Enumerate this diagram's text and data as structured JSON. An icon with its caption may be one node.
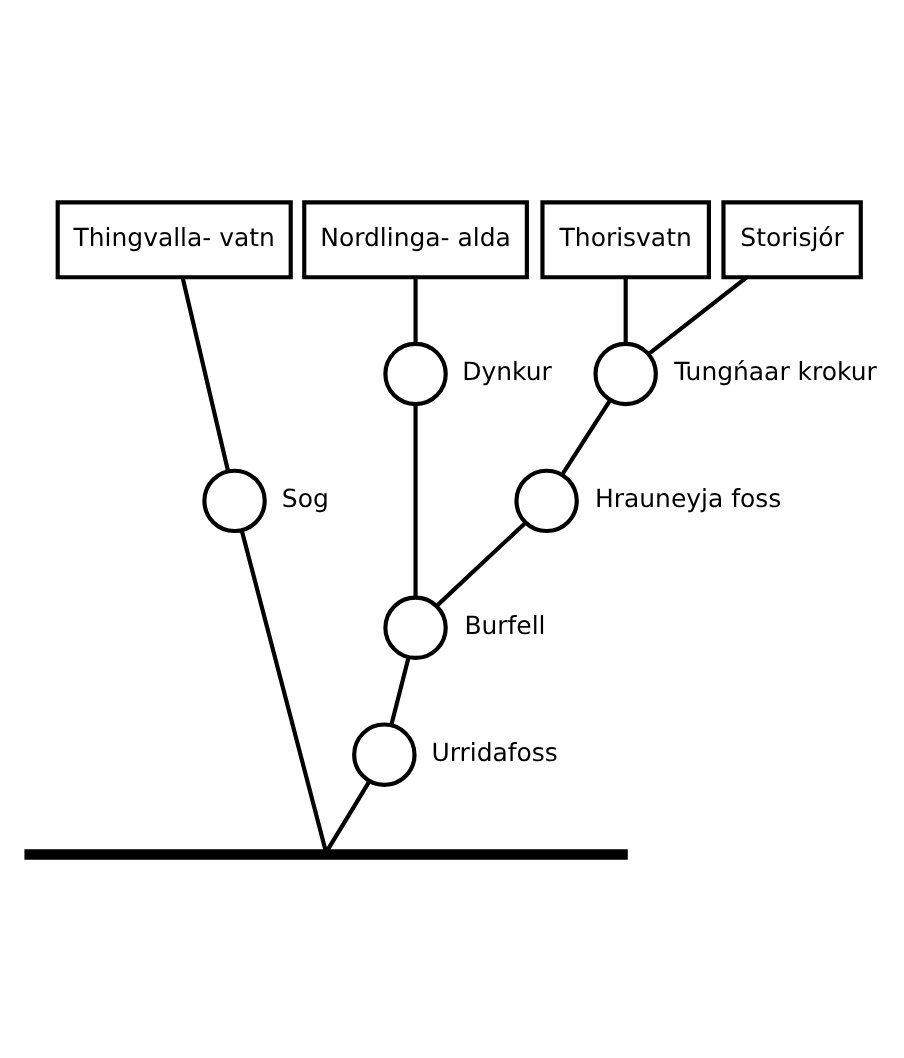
{
  "diagram": {
    "nodes": [
      {
        "text": [
          "Thingvalla- vatn"
        ]
      },
      {
        "text": [
          "Nordlinga- alda"
        ]
      },
      {
        "text": [
          "Thorisvatn"
        ]
      },
      {
        "text": [
          "Storisjór"
        ]
      },
      {
        "text": [],
        "shape": "circle",
        "beside": [
          "Tungńaar krokur"
        ]
      },
      {
        "text": [],
        "shape": "circle",
        "beside": [
          "Dynkur"
        ]
      },
      {
        "text": [],
        "shape": "circle",
        "beside": [
          "Hrauneyja foss"
        ]
      },
      {
        "text": [],
        "shape": "circle",
        "beside": [
          "Sog"
        ]
      },
      {
        "text": [],
        "shape": "circle",
        "beside": [
          "Burfell"
        ]
      },
      {
        "text": [],
        "shape": "circle",
        "beside": [
          "Urridafoss"
        ]
      },
      {
        "text": [],
        "shape": "bar"
      }
    ],
    "edges": [
      {
        "from": 0,
        "to": 7,
        "arrow": "none"
      },
      {
        "from": 7,
        "to": 10,
        "arrow": "none"
      },
      {
        "from": 1,
        "to": 5,
        "arrow": "none"
      },
      {
        "from": 2,
        "to": 4,
        "arrow": "none"
      },
      {
        "from": 3,
        "to": 4,
        "arrow": "none"
      },
      {
        "from": 4,
        "to": 6,
        "arrow": "none"
      },
      {
        "from": 5,
        "to": 8,
        "arrow": "none"
      },
      {
        "from": 6,
        "to": 8,
        "arrow": "none"
      },
      {
        "from": 8,
        "to": 9,
        "arrow": "none"
      },
      {
        "from": 9,
        "to": 10,
        "arrow": "none"
      }
    ]
  }
}
